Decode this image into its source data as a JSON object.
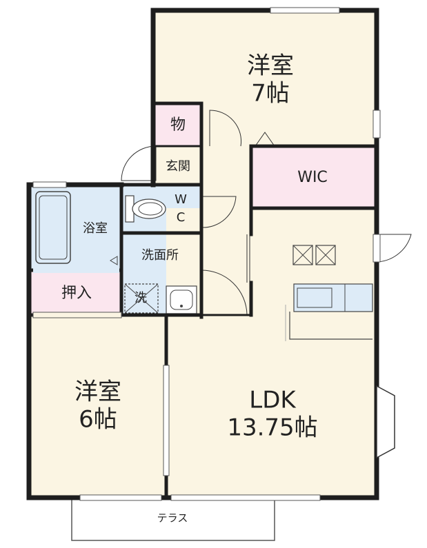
{
  "rooms": {
    "western_7": {
      "name": "洋室",
      "size": "7帖"
    },
    "storage": {
      "name": "物"
    },
    "entrance": {
      "name": "玄関"
    },
    "wic": {
      "name": "WIC"
    },
    "wc": {
      "line1": "W",
      "line2": "C"
    },
    "bathroom": {
      "name": "浴室"
    },
    "washroom": {
      "name": "洗面所"
    },
    "washer": {
      "name": "洗"
    },
    "closet": {
      "name": "押入"
    },
    "western_6": {
      "name": "洋室",
      "size": "6帖"
    },
    "ldk": {
      "name": "LDK",
      "size": "13.75帖"
    },
    "terrace": {
      "name": "テラス"
    }
  },
  "colors": {
    "room_fill": "#FBF5E3",
    "wet_fill": "#DDEBF7",
    "storage_fill": "#FBE6EE",
    "wall": "#1E1E1E"
  }
}
